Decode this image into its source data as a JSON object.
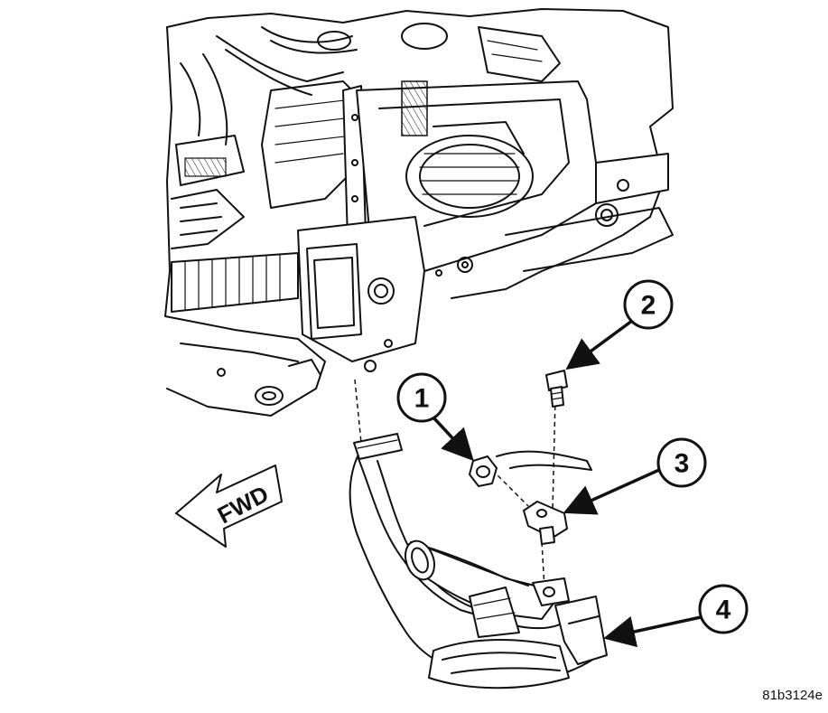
{
  "figure": {
    "id": "81b3124e",
    "direction_label": "FWD"
  },
  "callouts": [
    {
      "number": "1",
      "part": "nut"
    },
    {
      "number": "2",
      "part": "bolt"
    },
    {
      "number": "3",
      "part": "sensor-bracket"
    },
    {
      "number": "4",
      "part": "exhaust-crossover-pipe"
    }
  ],
  "colors": {
    "line": "#111111",
    "background": "#ffffff"
  }
}
